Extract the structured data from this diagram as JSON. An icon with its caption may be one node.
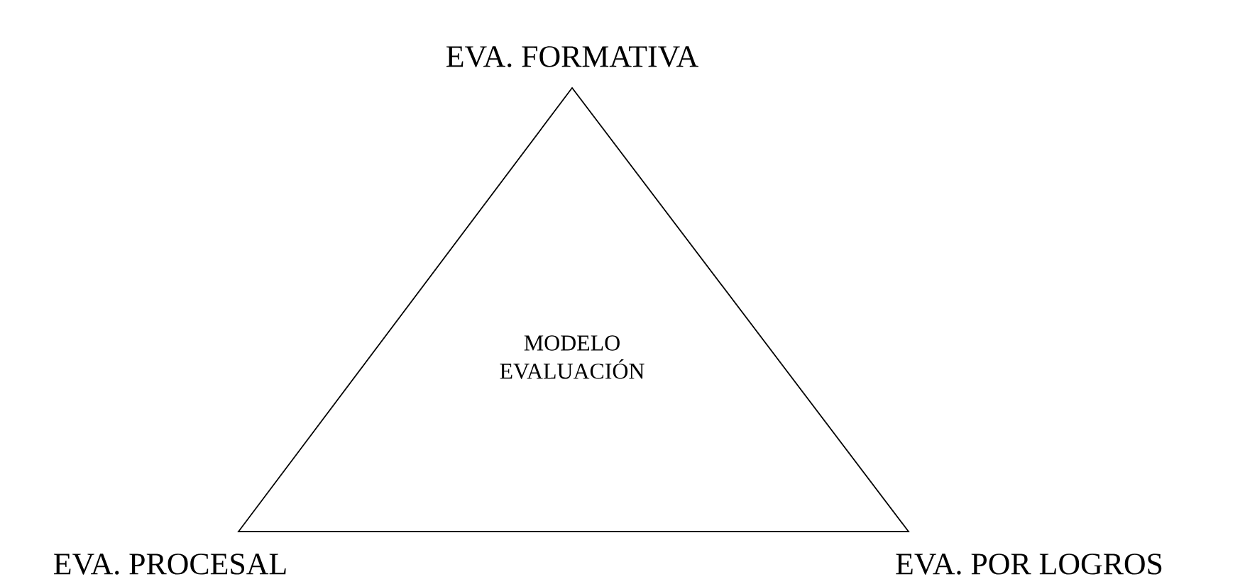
{
  "diagram": {
    "nodes": [
      {
        "text": [
          "MODELO EVALUACIÓN"
        ]
      }
    ],
    "labels": [
      "EVA. FORMATIVA",
      "EVA. PROCESAL",
      "EVA. POR LOGROS"
    ]
  }
}
